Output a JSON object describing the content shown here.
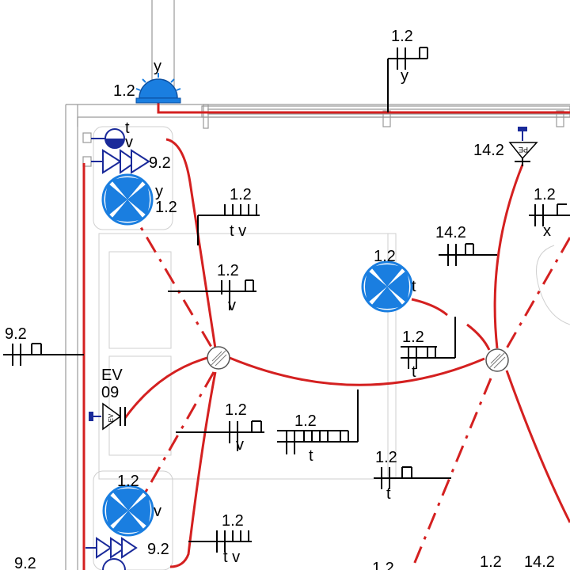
{
  "drawing": {
    "colors": {
      "wire": "#d42020",
      "device": "#1a7ee0",
      "dark_device": "#1a2a9a",
      "line": "#000000",
      "wall": "#9a9a9a"
    },
    "fans": [
      {
        "id": "fan-left-top",
        "icon": "ceiling-fan-icon",
        "circuit": "1.2",
        "tag": "y"
      },
      {
        "id": "fan-center",
        "icon": "ceiling-fan-icon",
        "circuit": "1.2",
        "tag": "t"
      },
      {
        "id": "fan-left-bottom",
        "icon": "ceiling-fan-icon",
        "circuit": "1.2",
        "tag": "v"
      }
    ],
    "light_top": {
      "icon": "wall-light-icon",
      "circuit": "1.2",
      "tag": "y"
    },
    "sockets": [
      {
        "id": "socket-top",
        "circuit": "9.2"
      },
      {
        "id": "socket-bottom",
        "circuit": "9.2"
      }
    ],
    "pe_outlet": {
      "circuit": "14.2",
      "code": "PE"
    },
    "ev_outlet": {
      "label": "EV",
      "number": "09",
      "code": "EV"
    },
    "round_outlet_tag": "t",
    "round_outlet_tag2": "v",
    "switch_groups": [
      {
        "id": "sw-top",
        "circuit": "1.2",
        "tags": "y"
      },
      {
        "id": "sw-upper-mid",
        "circuit": "1.2",
        "tags": "t v"
      },
      {
        "id": "sw-mid",
        "circuit": "1.2",
        "tags": "v"
      },
      {
        "id": "sw-right-top",
        "circuit": "1.2",
        "tags": "x"
      },
      {
        "id": "sw-right-mid",
        "circuit": "14.2",
        "tags": ""
      },
      {
        "id": "sw-center-right",
        "circuit": "1.2",
        "tags": "t"
      },
      {
        "id": "sw-lower-mid",
        "circuit": "1.2",
        "tags": "v"
      },
      {
        "id": "sw-center-bottom",
        "circuit": "1.2",
        "tags": "t"
      },
      {
        "id": "sw-lower-right",
        "circuit": "1.2",
        "tags": "t"
      },
      {
        "id": "sw-bottom-mid",
        "circuit": "1.2",
        "tags": "t v"
      },
      {
        "id": "sw-left-edge",
        "circuit": "9.2",
        "tags": ""
      }
    ],
    "bottom_labels": {
      "left": "9.2",
      "a": "1.2",
      "b": "1.2",
      "c": "14.2"
    }
  }
}
